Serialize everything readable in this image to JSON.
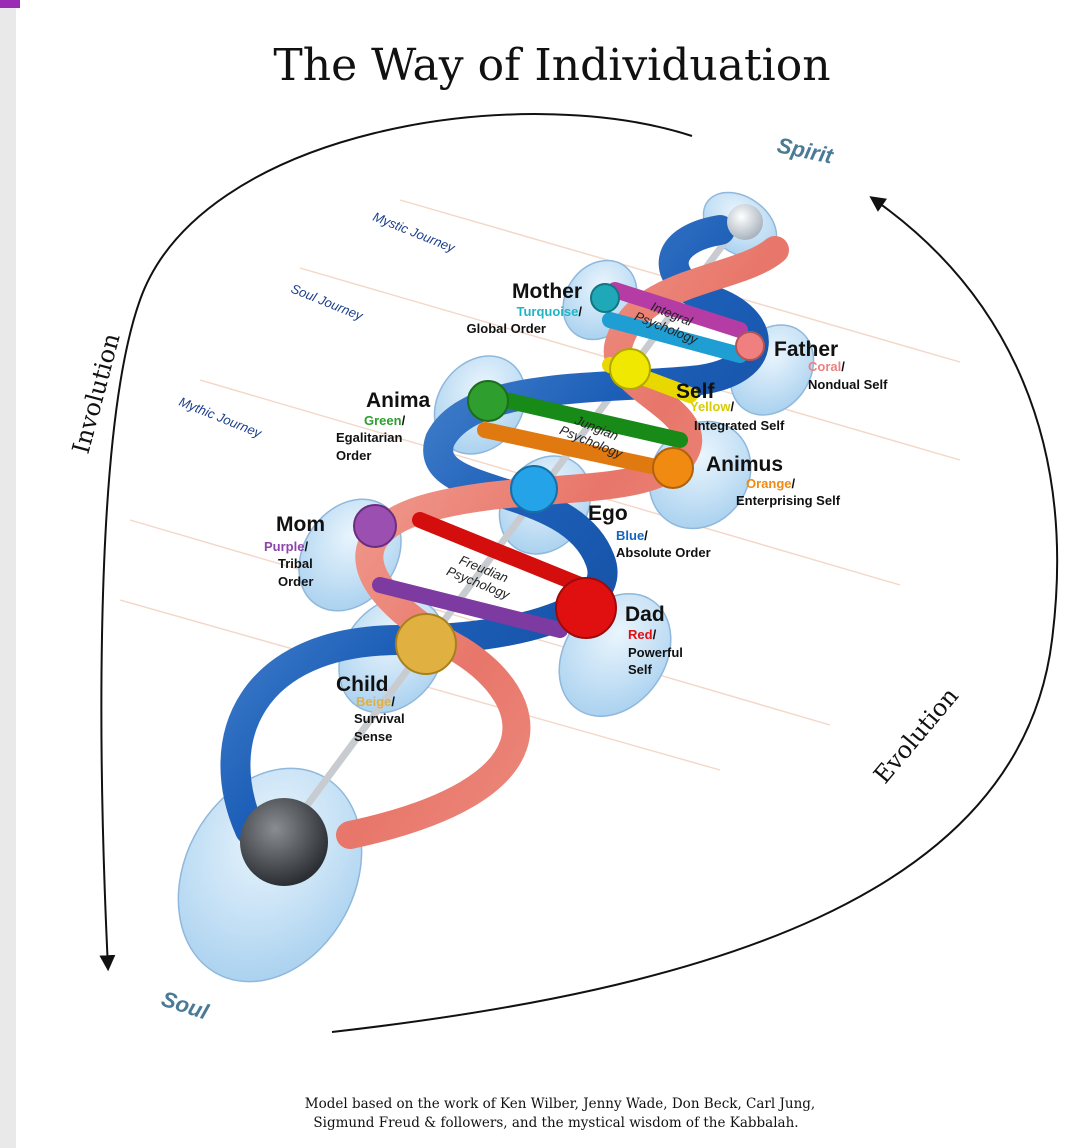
{
  "title": "The Way of Individuation",
  "poles": {
    "top": "Spirit",
    "bottom": "Soul"
  },
  "directions": {
    "left": "Involution",
    "right": "Evolution"
  },
  "journeys": [
    "Mystic Journey",
    "Soul Journey",
    "Mythic Journey"
  ],
  "psychologies": {
    "integral": [
      "Integral",
      "Psychology"
    ],
    "jungian": [
      "Jungian",
      "Psychology"
    ],
    "freudian": [
      "Freudian",
      "Psychology"
    ]
  },
  "stages": [
    {
      "name": "Mother",
      "color_word": "Turquoise",
      "desc": [
        "Global Order"
      ],
      "color": "#1fb5c4"
    },
    {
      "name": "Father",
      "color_word": "Coral",
      "desc": [
        "Nondual Self"
      ],
      "color": "#f08080"
    },
    {
      "name": "Self",
      "color_word": "Yellow",
      "desc": [
        "Integrated Self"
      ],
      "color": "#e8e000"
    },
    {
      "name": "Anima",
      "color_word": "Green",
      "desc": [
        "Egalitarian",
        "Order"
      ],
      "color": "#2e9e2e"
    },
    {
      "name": "Animus",
      "color_word": "Orange",
      "desc": [
        "Enterprising Self"
      ],
      "color": "#f08a10"
    },
    {
      "name": "Ego",
      "color_word": "Blue",
      "desc": [
        "Absolute Order"
      ],
      "color": "#1565c0"
    },
    {
      "name": "Mom",
      "color_word": "Purple",
      "desc": [
        "Tribal",
        "Order"
      ],
      "color": "#8e44ad"
    },
    {
      "name": "Dad",
      "color_word": "Red",
      "desc": [
        "Powerful",
        "Self"
      ],
      "color": "#e01010"
    },
    {
      "name": "Child",
      "color_word": "Beige",
      "desc": [
        "Survival",
        "Sense"
      ],
      "color": "#e0b040"
    }
  ],
  "caption": [
    "Model based on the work of Ken Wilber, Jenny Wade, Don Beck, Carl Jung,",
    "Sigmund Freud & followers, and the mystical wisdom of the Kabbalah."
  ]
}
